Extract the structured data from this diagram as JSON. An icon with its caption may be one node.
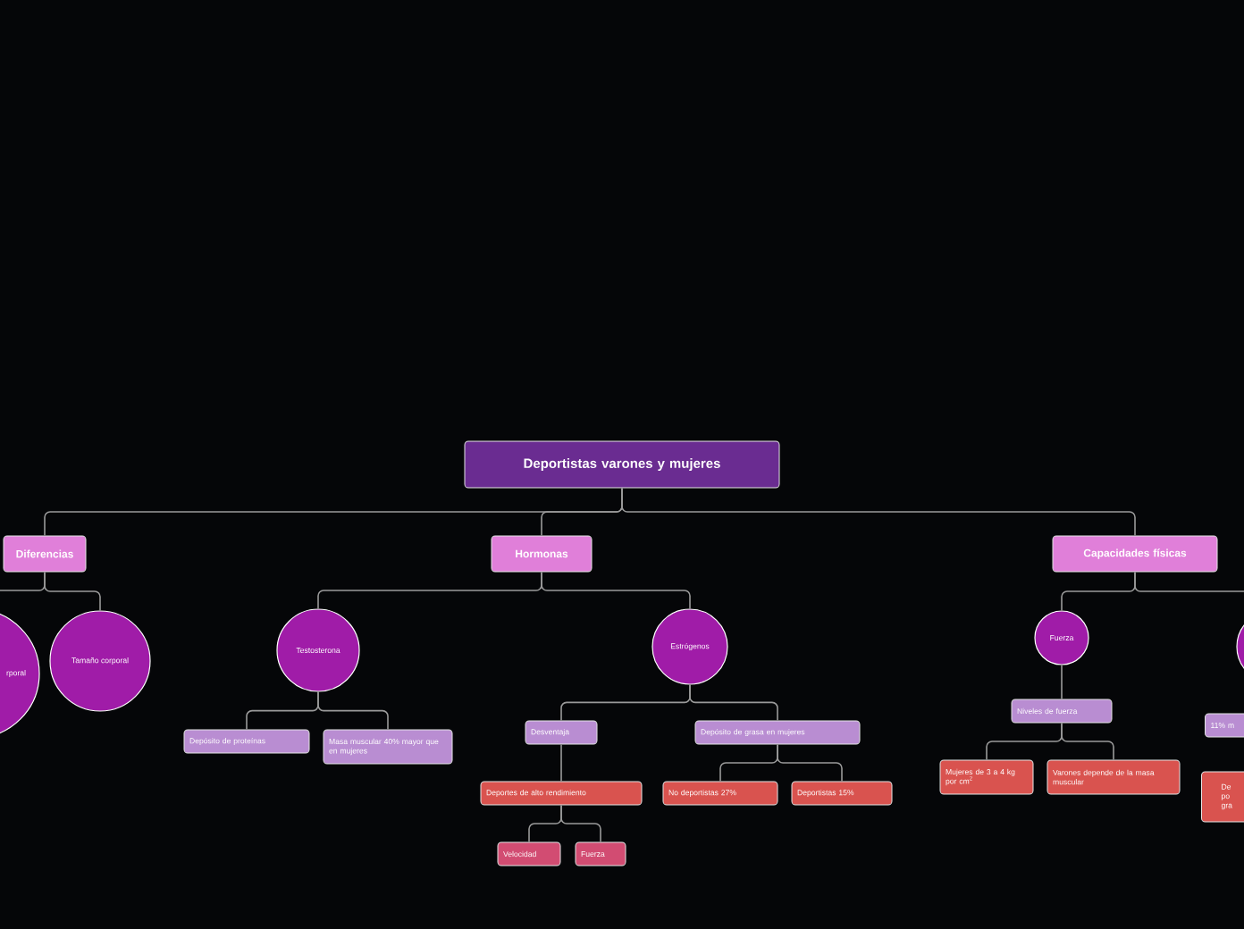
{
  "diagram": {
    "nodes": [
      {
        "text": [
          "Deportistas varones y mujeres"
        ]
      },
      {
        "text": [
          "Diferencias"
        ]
      },
      {
        "text": [
          "Hormonas"
        ]
      },
      {
        "text": [
          "Capacidades físicas"
        ]
      },
      {
        "text": [
          "rporal"
        ]
      },
      {
        "text": [
          "Tamaño corporal"
        ]
      },
      {
        "text": [
          "Testosterona"
        ]
      },
      {
        "text": [
          "Estrógenos"
        ]
      },
      {
        "text": [
          "Depósito de proteínas"
        ]
      },
      {
        "text": [
          "Masa muscular 40% mayor que en mujeres"
        ]
      },
      {
        "text": [
          "Desventaja"
        ]
      },
      {
        "text": [
          "Depósito de grasa en mujeres"
        ]
      },
      {
        "text": [
          "Deportes de alto rendimiento"
        ]
      },
      {
        "text": [
          "No deportistas 27%"
        ]
      },
      {
        "text": [
          "Deportistas 15%"
        ]
      },
      {
        "text": [
          "Velocidad"
        ]
      },
      {
        "text": [
          "Fuerza"
        ]
      },
      {
        "text": [
          "Fuerza"
        ]
      },
      {
        "text": [],
        "shape": "circle"
      },
      {
        "text": [
          "Niveles de fuerza"
        ]
      },
      {
        "text": [
          "Mujeres de 3 a 4 kg por cm$^{2}$"
        ]
      },
      {
        "text": [
          "Varones depende de la masa muscular"
        ]
      },
      {
        "text": [
          "11% m"
        ]
      },
      {
        "text": [
          "De po gra"
        ]
      }
    ],
    "edges": [
      {
        "from": 0,
        "to": 1,
        "arrow": "none"
      },
      {
        "from": 0,
        "to": 2,
        "arrow": "none"
      },
      {
        "from": 0,
        "to": 3,
        "arrow": "none"
      },
      {
        "from": 1,
        "to": 4,
        "arrow": "none"
      },
      {
        "from": 1,
        "to": 5,
        "arrow": "none"
      },
      {
        "from": 2,
        "to": 6,
        "arrow": "none"
      },
      {
        "from": 2,
        "to": 7,
        "arrow": "none"
      },
      {
        "from": 3,
        "to": 17,
        "arrow": "none"
      },
      {
        "from": 3,
        "to": 18,
        "arrow": "none"
      },
      {
        "from": 6,
        "to": 8,
        "arrow": "none"
      },
      {
        "from": 6,
        "to": 9,
        "arrow": "none"
      },
      {
        "from": 7,
        "to": 10,
        "arrow": "none"
      },
      {
        "from": 7,
        "to": 11,
        "arrow": "none"
      },
      {
        "from": 10,
        "to": 12,
        "arrow": "none"
      },
      {
        "from": 11,
        "to": 13,
        "arrow": "none"
      },
      {
        "from": 11,
        "to": 14,
        "arrow": "none"
      },
      {
        "from": 12,
        "to": 15,
        "arrow": "none"
      },
      {
        "from": 12,
        "to": 16,
        "arrow": "none"
      },
      {
        "from": 17,
        "to": 19,
        "arrow": "none"
      },
      {
        "from": 19,
        "to": 20,
        "arrow": "none"
      },
      {
        "from": 19,
        "to": 21,
        "arrow": "none"
      }
    ]
  }
}
